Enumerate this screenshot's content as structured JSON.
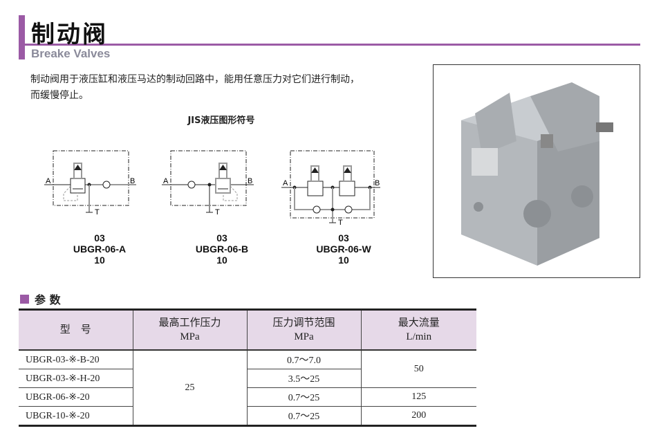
{
  "header": {
    "title": "制动阀",
    "subtitle": "Breake Valves"
  },
  "description": [
    "制动阀用于液压缸和液压马达的制动回路中，能用任意压力对它们进行制动，",
    "而缓慢停止。"
  ],
  "symbols": {
    "heading": "JIS液压图形符号",
    "items": [
      {
        "top": "03",
        "model": "UBGR-06-A",
        "bottom": "10",
        "port_a": "A",
        "port_b": "B",
        "port_t": "T"
      },
      {
        "top": "03",
        "model": "UBGR-06-B",
        "bottom": "10",
        "port_a": "A",
        "port_b": "B",
        "port_t": "T"
      },
      {
        "top": "03",
        "model": "UBGR-06-W",
        "bottom": "10",
        "port_a": "A",
        "port_b": "B",
        "port_t": "T"
      }
    ]
  },
  "params": {
    "heading": "参 数",
    "columns": [
      {
        "l1": "型　号",
        "l2": ""
      },
      {
        "l1": "最高工作压力",
        "l2": "MPa"
      },
      {
        "l1": "压力调节范围",
        "l2": "MPa"
      },
      {
        "l1": "最大流量",
        "l2": "L/min"
      }
    ],
    "rows": [
      {
        "model": "UBGR-03-※-B-20",
        "range": "0.7～7.0"
      },
      {
        "model": "UBGR-03-※-H-20",
        "range": "3.5～25"
      },
      {
        "model": "UBGR-06-※-20",
        "range": "0.7～25"
      },
      {
        "model": "UBGR-10-※-20",
        "range": "0.7～25"
      }
    ],
    "max_pressure": "25",
    "flows": [
      "50",
      "125",
      "200"
    ]
  }
}
